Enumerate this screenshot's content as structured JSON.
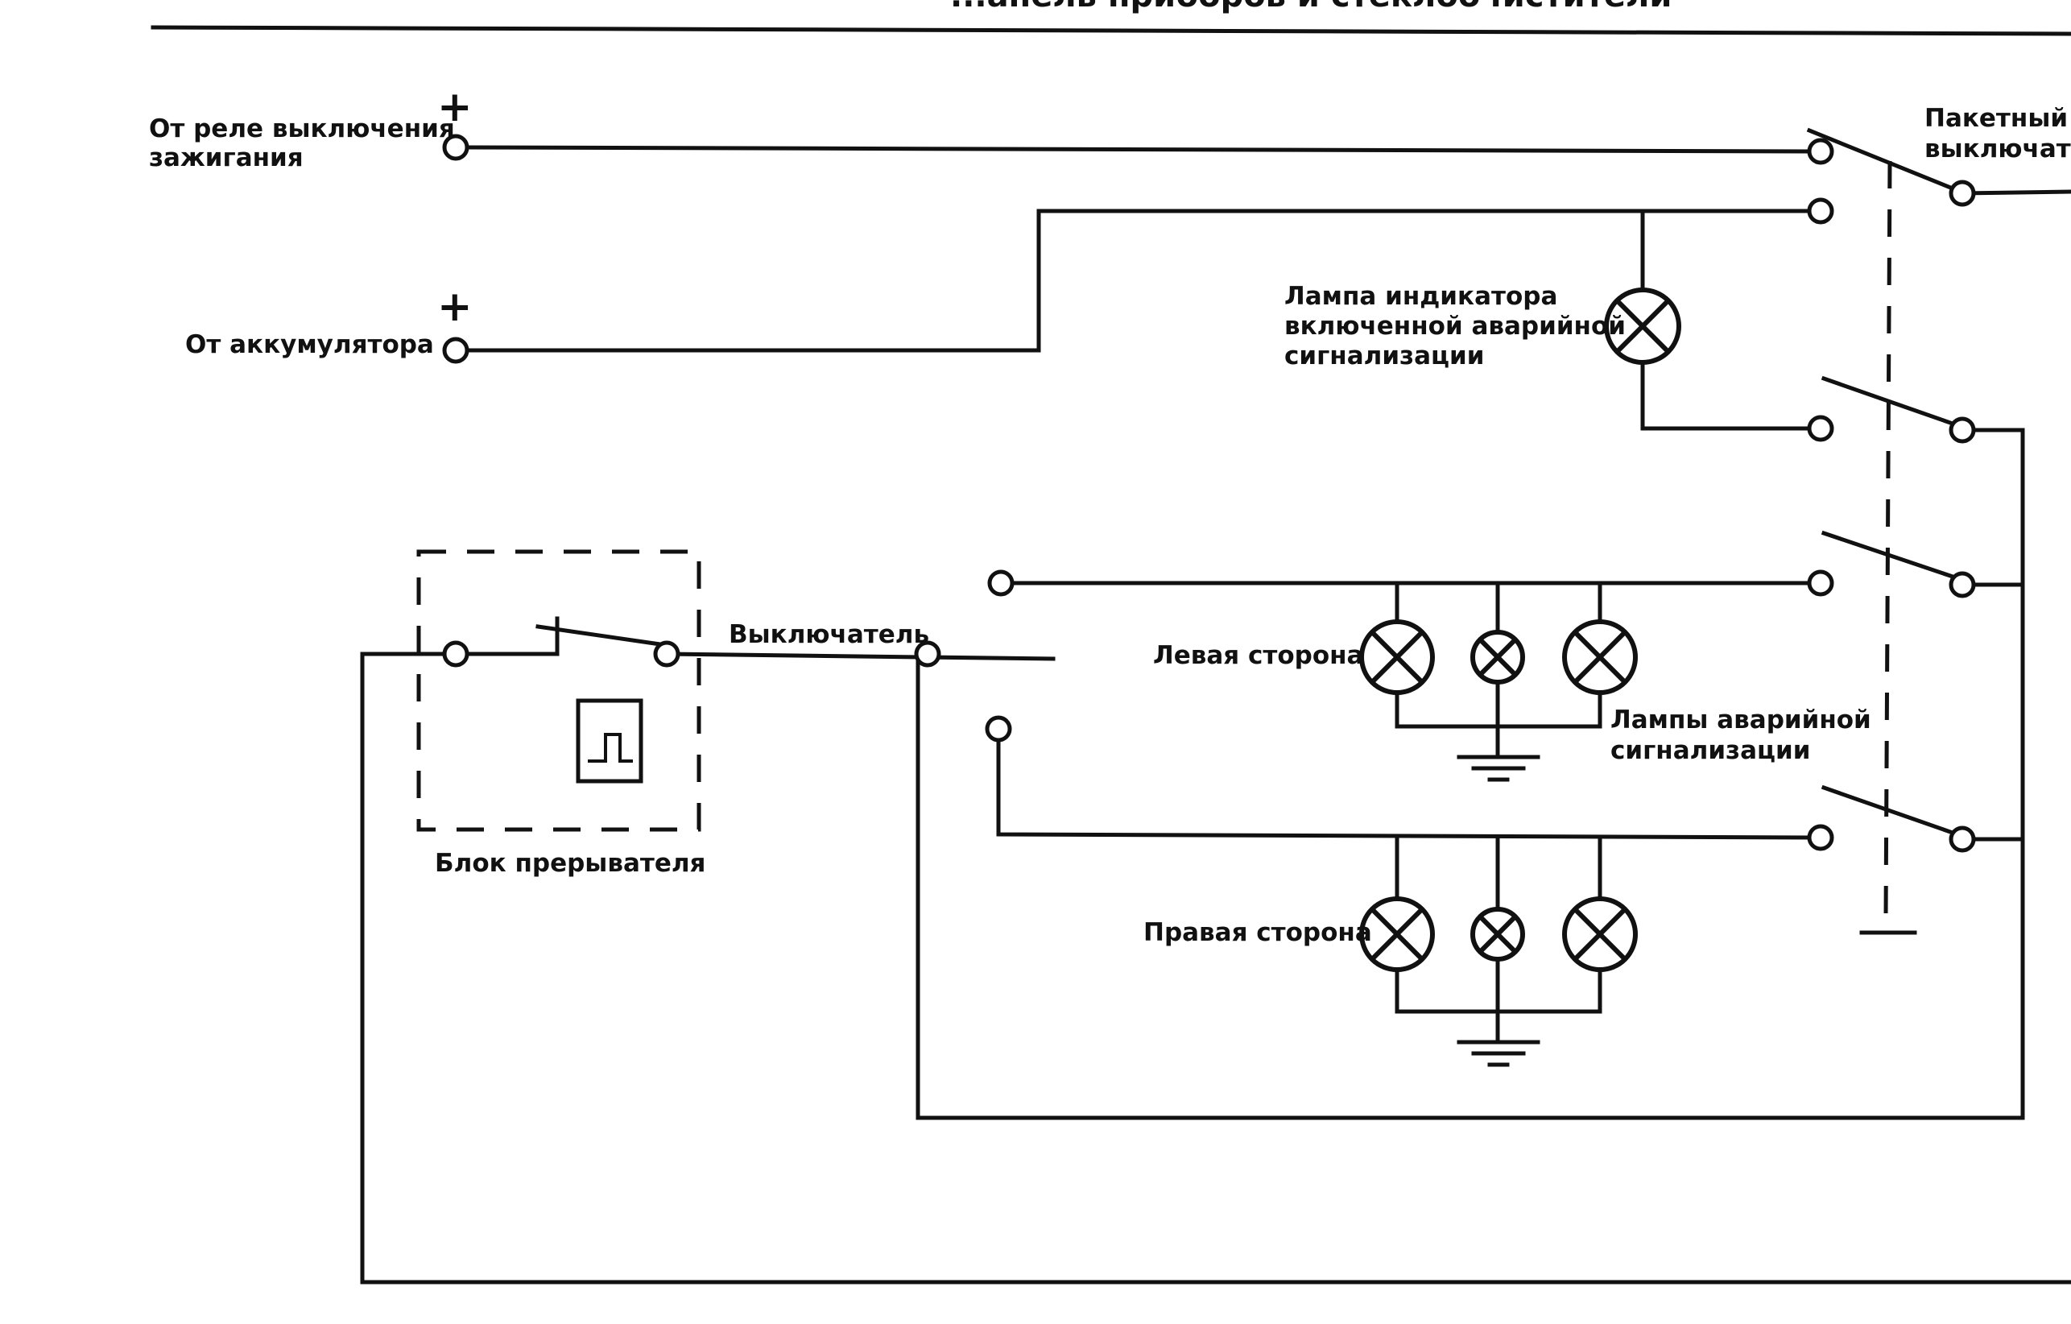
{
  "title": "...анель приборов и стеклоочистители",
  "labels": {
    "ignition_relay_line1": "От реле выключения",
    "ignition_relay_line2": "зажигания",
    "battery": "От аккумулятора",
    "plus_sign": "+",
    "packet_switch_line1": "Пакетный",
    "packet_switch_line2": "выключатель",
    "indicator_lamp_line1": "Лампа индикатора",
    "indicator_lamp_line2": "включенной аварийной",
    "indicator_lamp_line3": "сигнализации",
    "switch": "Выключатель",
    "left_side": "Левая сторона",
    "right_side": "Правая сторона",
    "hazard_lamps_line1": "Лампы аварийной",
    "hazard_lamps_line2": "сигнализации",
    "interrupter_block": "Блок прерывателя"
  }
}
